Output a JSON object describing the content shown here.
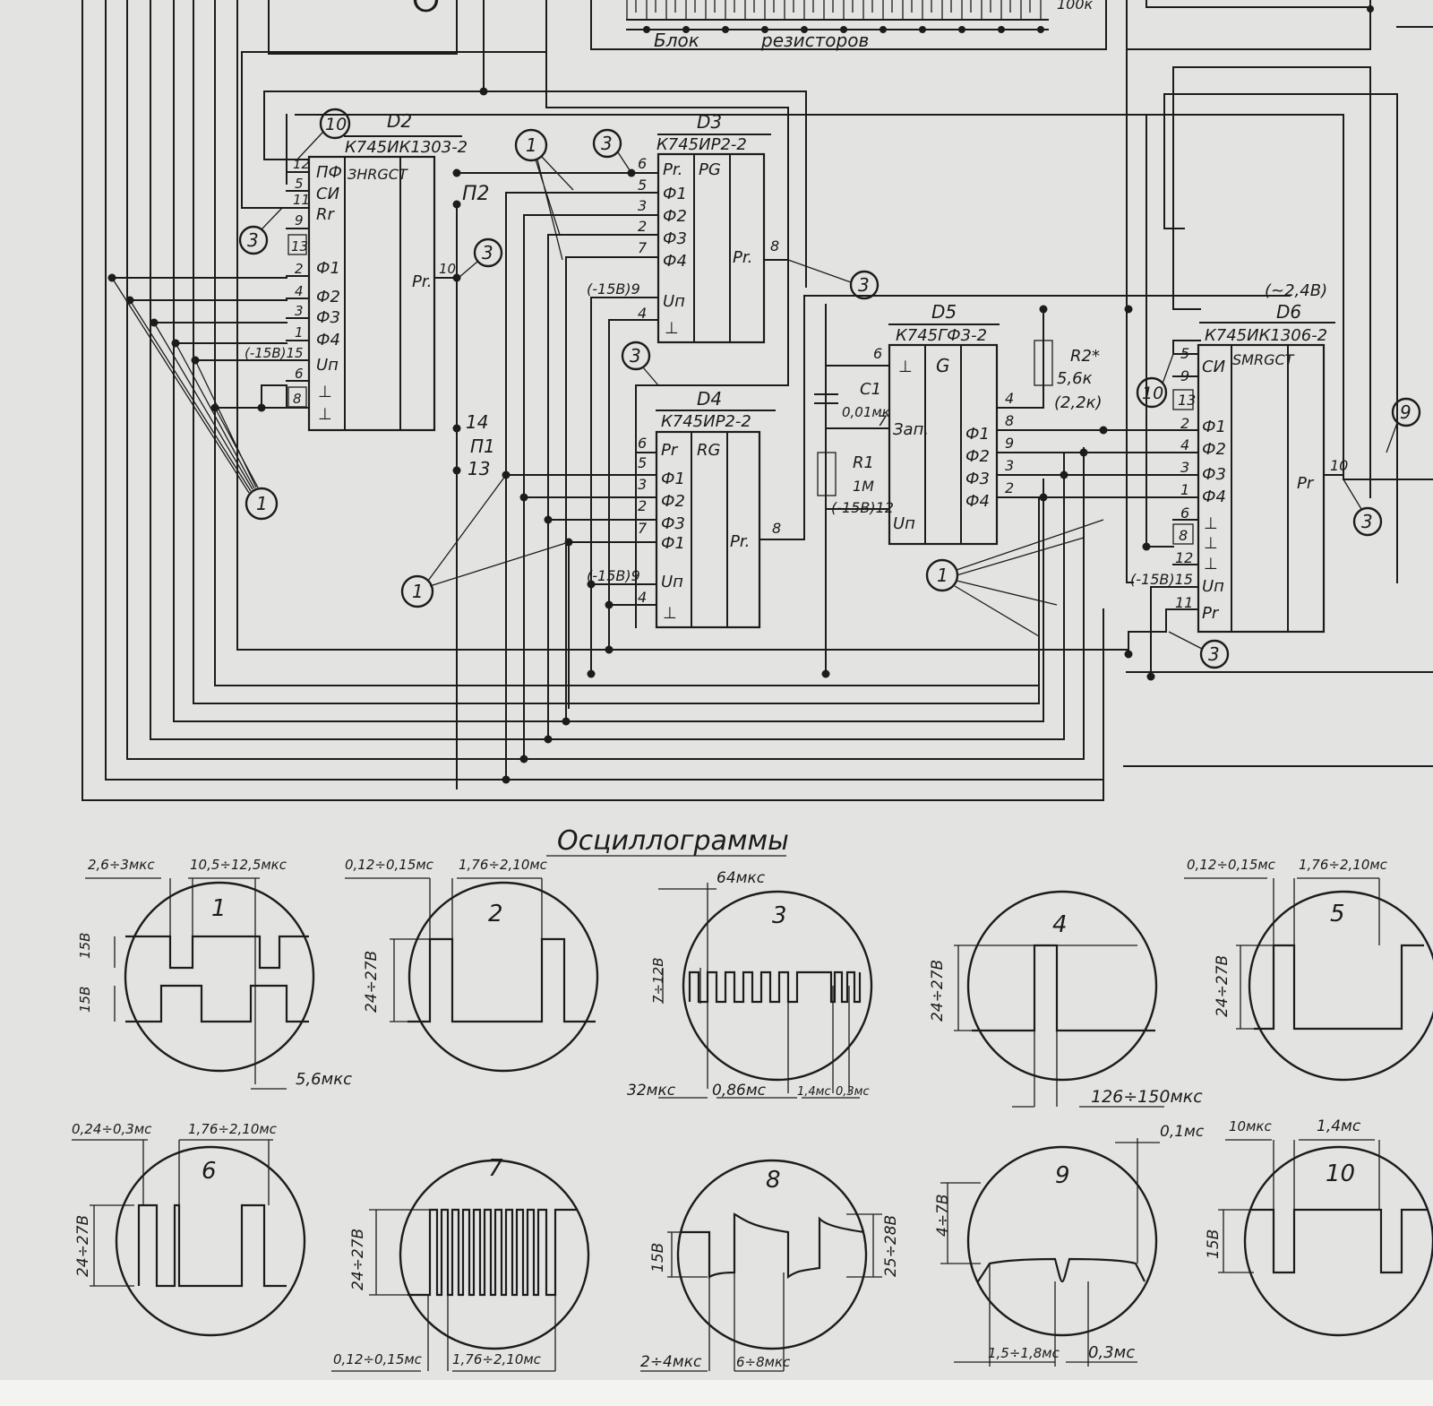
{
  "colors": {
    "paper": "#e3e4e2",
    "ink": "#1c1c1c",
    "margin": "#f1f1f0"
  },
  "top": {
    "block_label_1": "Блок",
    "block_label_2": "резисторов",
    "resistor_value": "100к"
  },
  "d2": {
    "name": "D2",
    "type": "К745ИК1303-2",
    "func": "ЗНRGСТ",
    "out": "Рr.",
    "pins": [
      "12",
      "5",
      "11",
      "9",
      "13",
      "2",
      "4",
      "3",
      "1",
      "(-15В)15",
      "6",
      "8"
    ],
    "pin_labels": [
      "ПФ",
      "СИ",
      "Rr",
      "Ф1",
      "Ф2",
      "Ф3",
      "Ф4",
      "Uп",
      "⊥",
      "⊥"
    ],
    "out_pin": "10"
  },
  "d3": {
    "name": "D3",
    "type": "К745ИР2-2",
    "func": "РG",
    "out": "Рr.",
    "pins": [
      "6",
      "5",
      "3",
      "2",
      "7",
      "(-15В)9",
      "4"
    ],
    "pin_labels": [
      "Рr.",
      "Ф1",
      "Ф2",
      "Ф3",
      "Ф4",
      "Uп",
      "⊥"
    ],
    "out_pin": "8"
  },
  "d4": {
    "name": "D4",
    "type": "К745ИР2-2",
    "func": "RG",
    "out": "Рr.",
    "pins": [
      "6",
      "5",
      "3",
      "2",
      "7",
      "(-15В)9",
      "4"
    ],
    "pin_labels": [
      "Рr",
      "Ф1",
      "Ф2",
      "Ф3",
      "Ф1",
      "Uп",
      "⊥"
    ],
    "out_pin": "8"
  },
  "d5": {
    "name": "D5",
    "type": "К745ГФ3-2",
    "func": "G",
    "start": "Зап.",
    "uп": "Uп",
    "pins": [
      "6",
      "7",
      "(-15В)12",
      "4",
      "8",
      "9",
      "3",
      "2"
    ],
    "pin_labels": [
      "⊥",
      "Ф1",
      "Ф2",
      "Ф3",
      "Ф4"
    ]
  },
  "d6": {
    "name": "D6",
    "type": "К745ИК1306-2",
    "func": "SМRGСТ",
    "out": "Рr",
    "voltage": "(~2,4В)",
    "pins": [
      "5",
      "9",
      "13",
      "2",
      "4",
      "3",
      "1",
      "6",
      "8",
      "12",
      "(-15В)15",
      "11"
    ],
    "pin_labels": [
      "СИ",
      "Ф1",
      "Ф2",
      "Ф3",
      "Ф4",
      "⊥",
      "⊥",
      "⊥",
      "Uп",
      "Рr"
    ],
    "out_pin": "10"
  },
  "parts": {
    "c1": "С1",
    "c1_val": "0,01мк",
    "r1": "R1",
    "r1_val": "1М",
    "r2": "R2*",
    "r2_val": "5,6к",
    "r2_alt": "(2,2к)",
    "p1": "П1",
    "p2": "П2",
    "p1_14": "14",
    "p1_13": "13"
  },
  "markers": [
    "1",
    "3",
    "10",
    "9"
  ],
  "osc": {
    "title": "Осциллограммы",
    "s1": {
      "n": "1",
      "t1": "2,6÷3мкс",
      "t2": "10,5÷12,5мкс",
      "v1": "15В",
      "v2": "15В",
      "t3": "5,6мкс"
    },
    "s2": {
      "n": "2",
      "t1": "0,12÷0,15мс",
      "t2": "1,76÷2,10мс",
      "v": "24÷27В"
    },
    "s3": {
      "n": "3",
      "t0": "64мкс",
      "v": "7÷12В",
      "t1": "32мкс",
      "t2": "0,86мс",
      "t3": "1,4мс",
      "t4": "0,3мс"
    },
    "s4": {
      "n": "4",
      "v": "24÷27В",
      "t": "126÷150мкс"
    },
    "s5": {
      "n": "5",
      "t1": "0,12÷0,15мс",
      "t2": "1,76÷2,10мс",
      "v": "24÷27В"
    },
    "s6": {
      "n": "6",
      "t1": "0,24÷0,3мс",
      "t2": "1,76÷2,10мс",
      "v": "24÷27В"
    },
    "s7": {
      "n": "7",
      "v": "24÷27В",
      "t1": "0,12÷0,15мс",
      "t2": "1,76÷2,10мс"
    },
    "s8": {
      "n": "8",
      "v1": "15В",
      "v2": "25÷28В",
      "t1": "2÷4мкс",
      "t2": "6÷8мкс"
    },
    "s9": {
      "n": "9",
      "v": "4÷7В",
      "t0": "0,1мс",
      "t1": "1,5÷1,8мс",
      "t2": "0,3мс"
    },
    "s10": {
      "n": "10",
      "t1": "10мкс",
      "t2": "1,4мс",
      "v": "15В"
    }
  }
}
